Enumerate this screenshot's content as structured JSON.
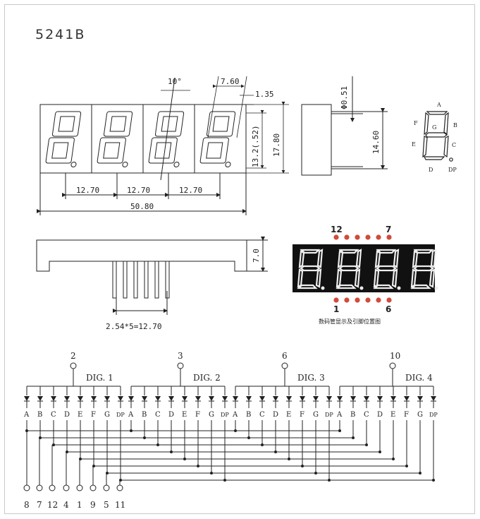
{
  "part_number": "5241B",
  "dimensions": {
    "angle": "10°",
    "digit_width": "7.60",
    "seg_gap": "1.35",
    "pin_dia": "Φ0.51",
    "digit_height_a": "13.2(.52)",
    "body_height": "17.80",
    "pin_pitch_1": "12.70",
    "pin_pitch_2": "12.70",
    "pin_pitch_3": "12.70",
    "total_width": "50.80",
    "side_height": "14.60",
    "bottom_height": "7.0",
    "pin_row": "2.54*5=12.70"
  },
  "segment_labels": [
    "A",
    "B",
    "C",
    "D",
    "E",
    "F",
    "G",
    "DP"
  ],
  "pinout": {
    "top_left": "12",
    "top_right": "7",
    "bottom_left": "1",
    "bottom_right": "6",
    "caption": "数码管显示及引脚位置图"
  },
  "digits": [
    {
      "label": "DIG. 1",
      "pin": "2"
    },
    {
      "label": "DIG. 2",
      "pin": "3"
    },
    {
      "label": "DIG. 3",
      "pin": "6"
    },
    {
      "label": "DIG. 4",
      "pin": "10"
    }
  ],
  "bottom_pins": [
    "8",
    "7",
    "12",
    "4",
    "1",
    "9",
    "5",
    "11"
  ],
  "colors": {
    "line": "#222222",
    "display_bg": "#111111",
    "pin_dot": "#d24a3a"
  }
}
